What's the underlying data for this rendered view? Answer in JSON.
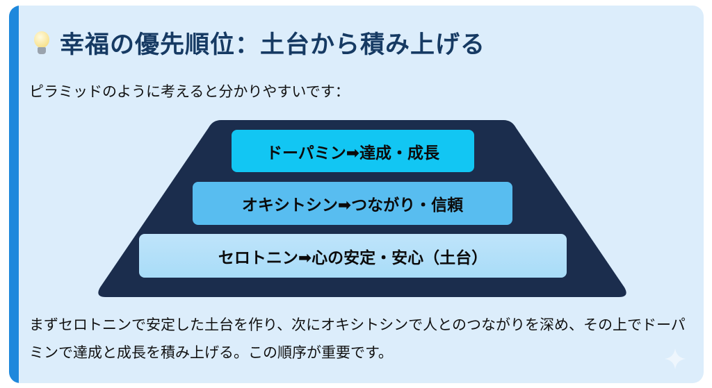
{
  "title": {
    "icon": "lightbulb-icon",
    "text": "幸福の優先順位：土台から積み上げる"
  },
  "intro": "ピラミッドのように考えると分かりやすいです：",
  "pyramid": [
    {
      "label": "ドーパミン➡達成・成長",
      "color": "#12c6f3"
    },
    {
      "label": "オキシトシン➡つながり・信頼",
      "color": "#58bdf0"
    },
    {
      "label": "セロトニン➡心の安定・安心（土台）",
      "color": "#b5e0f9"
    }
  ],
  "outro": "まずセロトニンで安定した土台を作り、次にオキシトシンで人とのつながりを深め、その上でドーパミンで達成と成長を積み上げる。この順序が重要です。",
  "colors": {
    "accent": "#1e88dc",
    "card_bg": "#dcedfb",
    "pyramid_bg": "#1b2d4d",
    "title": "#163a63"
  }
}
